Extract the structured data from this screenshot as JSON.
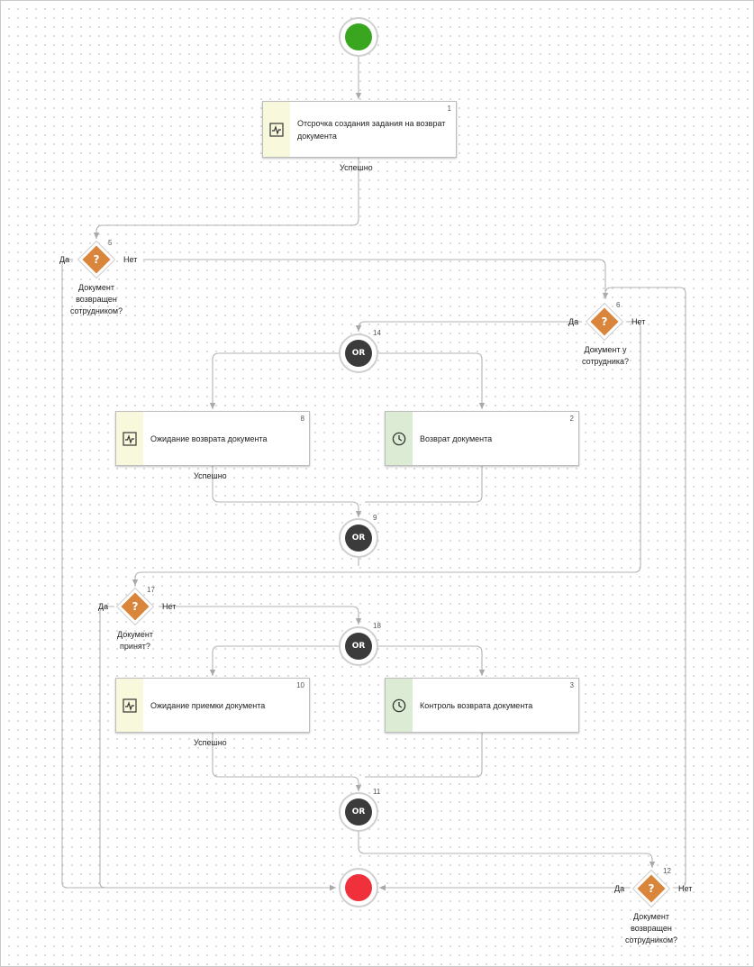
{
  "events": {
    "start": {
      "color": "#3aa51f"
    },
    "end": {
      "color": "#f0303a"
    }
  },
  "tasks": {
    "t1": {
      "num": "1",
      "label": "Отсрочка создания задания на возврат документа",
      "icon": "script-icon"
    },
    "t8": {
      "num": "8",
      "label": "Ожидание возврата документа",
      "icon": "script-icon"
    },
    "t2": {
      "num": "2",
      "label": "Возврат документа",
      "icon": "clock-icon"
    },
    "t10": {
      "num": "10",
      "label": "Ожидание приемки документа",
      "icon": "script-icon"
    },
    "t3": {
      "num": "3",
      "label": "Контроль возврата документа",
      "icon": "clock-icon"
    }
  },
  "decisions": {
    "d5": {
      "num": "5",
      "caption": [
        "Документ",
        "возвращен",
        "сотрудником?"
      ],
      "yes": "Да",
      "no": "Нет"
    },
    "d6": {
      "num": "6",
      "caption": [
        "Документ у",
        "сотрудника?"
      ],
      "yes": "Да",
      "no": "Нет"
    },
    "d17": {
      "num": "17",
      "caption": [
        "Документ",
        "принят?"
      ],
      "yes": "Да",
      "no": "Нет"
    },
    "d12": {
      "num": "12",
      "caption": [
        "Документ",
        "возвращен",
        "сотрудником?"
      ],
      "yes": "Да",
      "no": "Нет"
    }
  },
  "gateways": {
    "g14": {
      "num": "14",
      "label": "OR"
    },
    "g9": {
      "num": "9",
      "label": "OR"
    },
    "g18": {
      "num": "18",
      "label": "OR"
    },
    "g11": {
      "num": "11",
      "label": "OR"
    }
  },
  "flow_labels": {
    "success_1": "Успешно",
    "success_8": "Успешно",
    "success_10": "Успешно"
  }
}
